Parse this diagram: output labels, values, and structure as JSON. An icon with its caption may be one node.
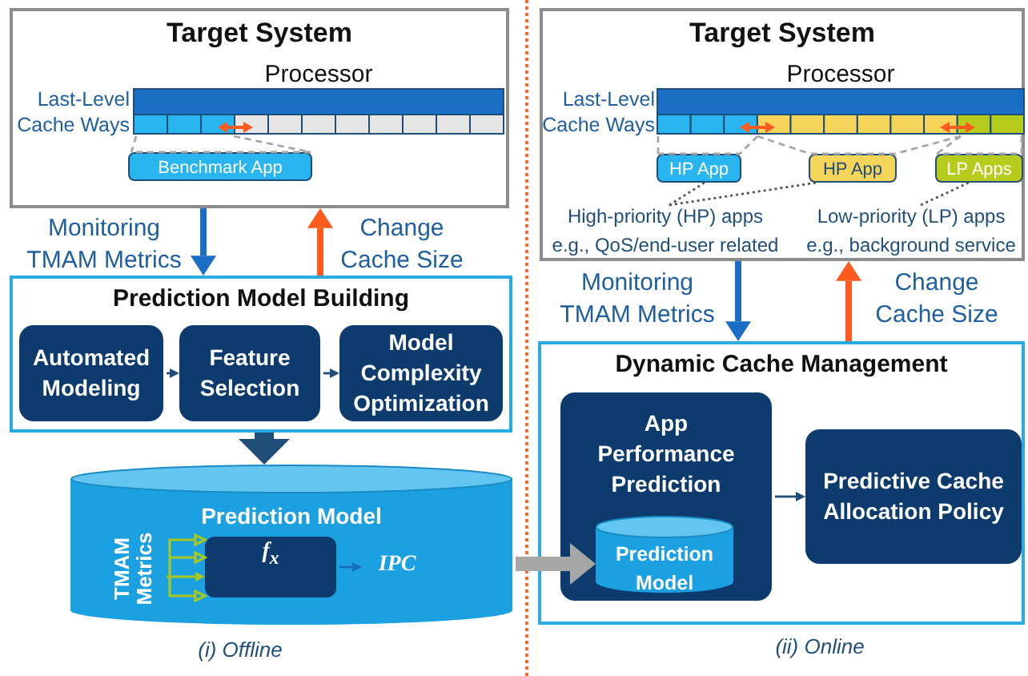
{
  "diagram": {
    "nodes": [
      {
        "text": [
          "Target System"
        ]
      },
      {
        "text": [
          "Processor"
        ],
        "in": 0
      },
      {
        "text": [
          "Benchmark App"
        ],
        "in": 0
      },
      {
        "text": [
          "Prediction Model Building"
        ]
      },
      {
        "text": [
          "Automated Modeling"
        ],
        "in": 3
      },
      {
        "text": [
          "Feature Selection"
        ],
        "in": 3
      },
      {
        "text": [
          "Model Complexity Optimization"
        ],
        "in": 3
      },
      {
        "text": [
          "Prediction Model"
        ]
      },
      {
        "text": [
          "TMAM Metrics"
        ],
        "in": 7
      },
      {
        "text": [
          "f$_{x}$"
        ],
        "in": 7
      },
      {
        "text": [
          "IPC"
        ],
        "in": 7
      },
      {
        "text": [
          "Target System"
        ]
      },
      {
        "text": [
          "Processor"
        ],
        "in": 11
      },
      {
        "text": [
          "HP App"
        ],
        "in": 11
      },
      {
        "text": [
          "HP App"
        ],
        "in": 11
      },
      {
        "text": [
          "LP Apps"
        ],
        "in": 11
      },
      {
        "text": [
          "High-priority (HP) apps e.g., QoS/end-user related"
        ],
        "in": 11
      },
      {
        "text": [
          "Low-priority (LP) apps e.g., background service"
        ],
        "in": 11
      },
      {
        "text": [
          "Dynamic Cache Management"
        ]
      },
      {
        "text": [
          "App Performance Prediction"
        ],
        "in": 18
      },
      {
        "text": [
          "Prediction Model"
        ],
        "in": 19
      },
      {
        "text": [
          "Predictive Cache Allocation Policy"
        ],
        "in": 18
      }
    ],
    "edges": [
      {
        "from": 0,
        "to": 3,
        "arrow": "to",
        "label": "Monitoring TMAM Metrics",
        "style": "thick",
        "color": "#1a6fc4"
      },
      {
        "from": 3,
        "to": 0,
        "arrow": "to",
        "label": "Change Cache Size",
        "style": "thick",
        "color": "#ff5b1f"
      },
      {
        "from": 4,
        "to": 5,
        "arrow": "to",
        "color": "#1f4e79"
      },
      {
        "from": 5,
        "to": 6,
        "arrow": "to",
        "color": "#1f4e79"
      },
      {
        "from": 3,
        "to": 7,
        "arrow": "to",
        "style": "thick",
        "color": "#1f4e79"
      },
      {
        "from": 8,
        "to": 9,
        "arrow": "to",
        "color": "#a8c81e"
      },
      {
        "from": 9,
        "to": 10,
        "arrow": "to",
        "color": "#1a6fc4"
      },
      {
        "from": 7,
        "to": 20,
        "arrow": "to",
        "style": "thick",
        "color": "#a6a6a6"
      },
      {
        "from": 11,
        "to": 18,
        "arrow": "to",
        "label": "Monitoring TMAM Metrics",
        "style": "thick",
        "color": "#1a6fc4"
      },
      {
        "from": 18,
        "to": 11,
        "arrow": "to",
        "label": "Change Cache Size",
        "style": "thick",
        "color": "#ff5b1f"
      },
      {
        "from": 19,
        "to": 21,
        "arrow": "to",
        "color": "#1f4e79"
      },
      {
        "from": 1,
        "to": 2,
        "arrow": "none",
        "style": "dashed",
        "color": "#a6a6a6"
      },
      {
        "from": 12,
        "to": 13,
        "arrow": "none",
        "style": "dashed",
        "color": "#a6a6a6"
      },
      {
        "from": 12,
        "to": 14,
        "arrow": "none",
        "style": "dashed",
        "color": "#a6a6a6"
      },
      {
        "from": 12,
        "to": 15,
        "arrow": "none",
        "style": "dashed",
        "color": "#a6a6a6"
      },
      {
        "from": 16,
        "to": 13,
        "arrow": "none",
        "style": "dashed",
        "color": "#555555"
      },
      {
        "from": 16,
        "to": 14,
        "arrow": "none",
        "style": "dashed",
        "color": "#555555"
      },
      {
        "from": 17,
        "to": 15,
        "arrow": "none",
        "style": "dashed",
        "color": "#555555"
      }
    ],
    "labels": [
      "Last-Level Cache Ways",
      "Last-Level Cache Ways",
      "(i) Offline",
      "(ii) Online"
    ]
  }
}
